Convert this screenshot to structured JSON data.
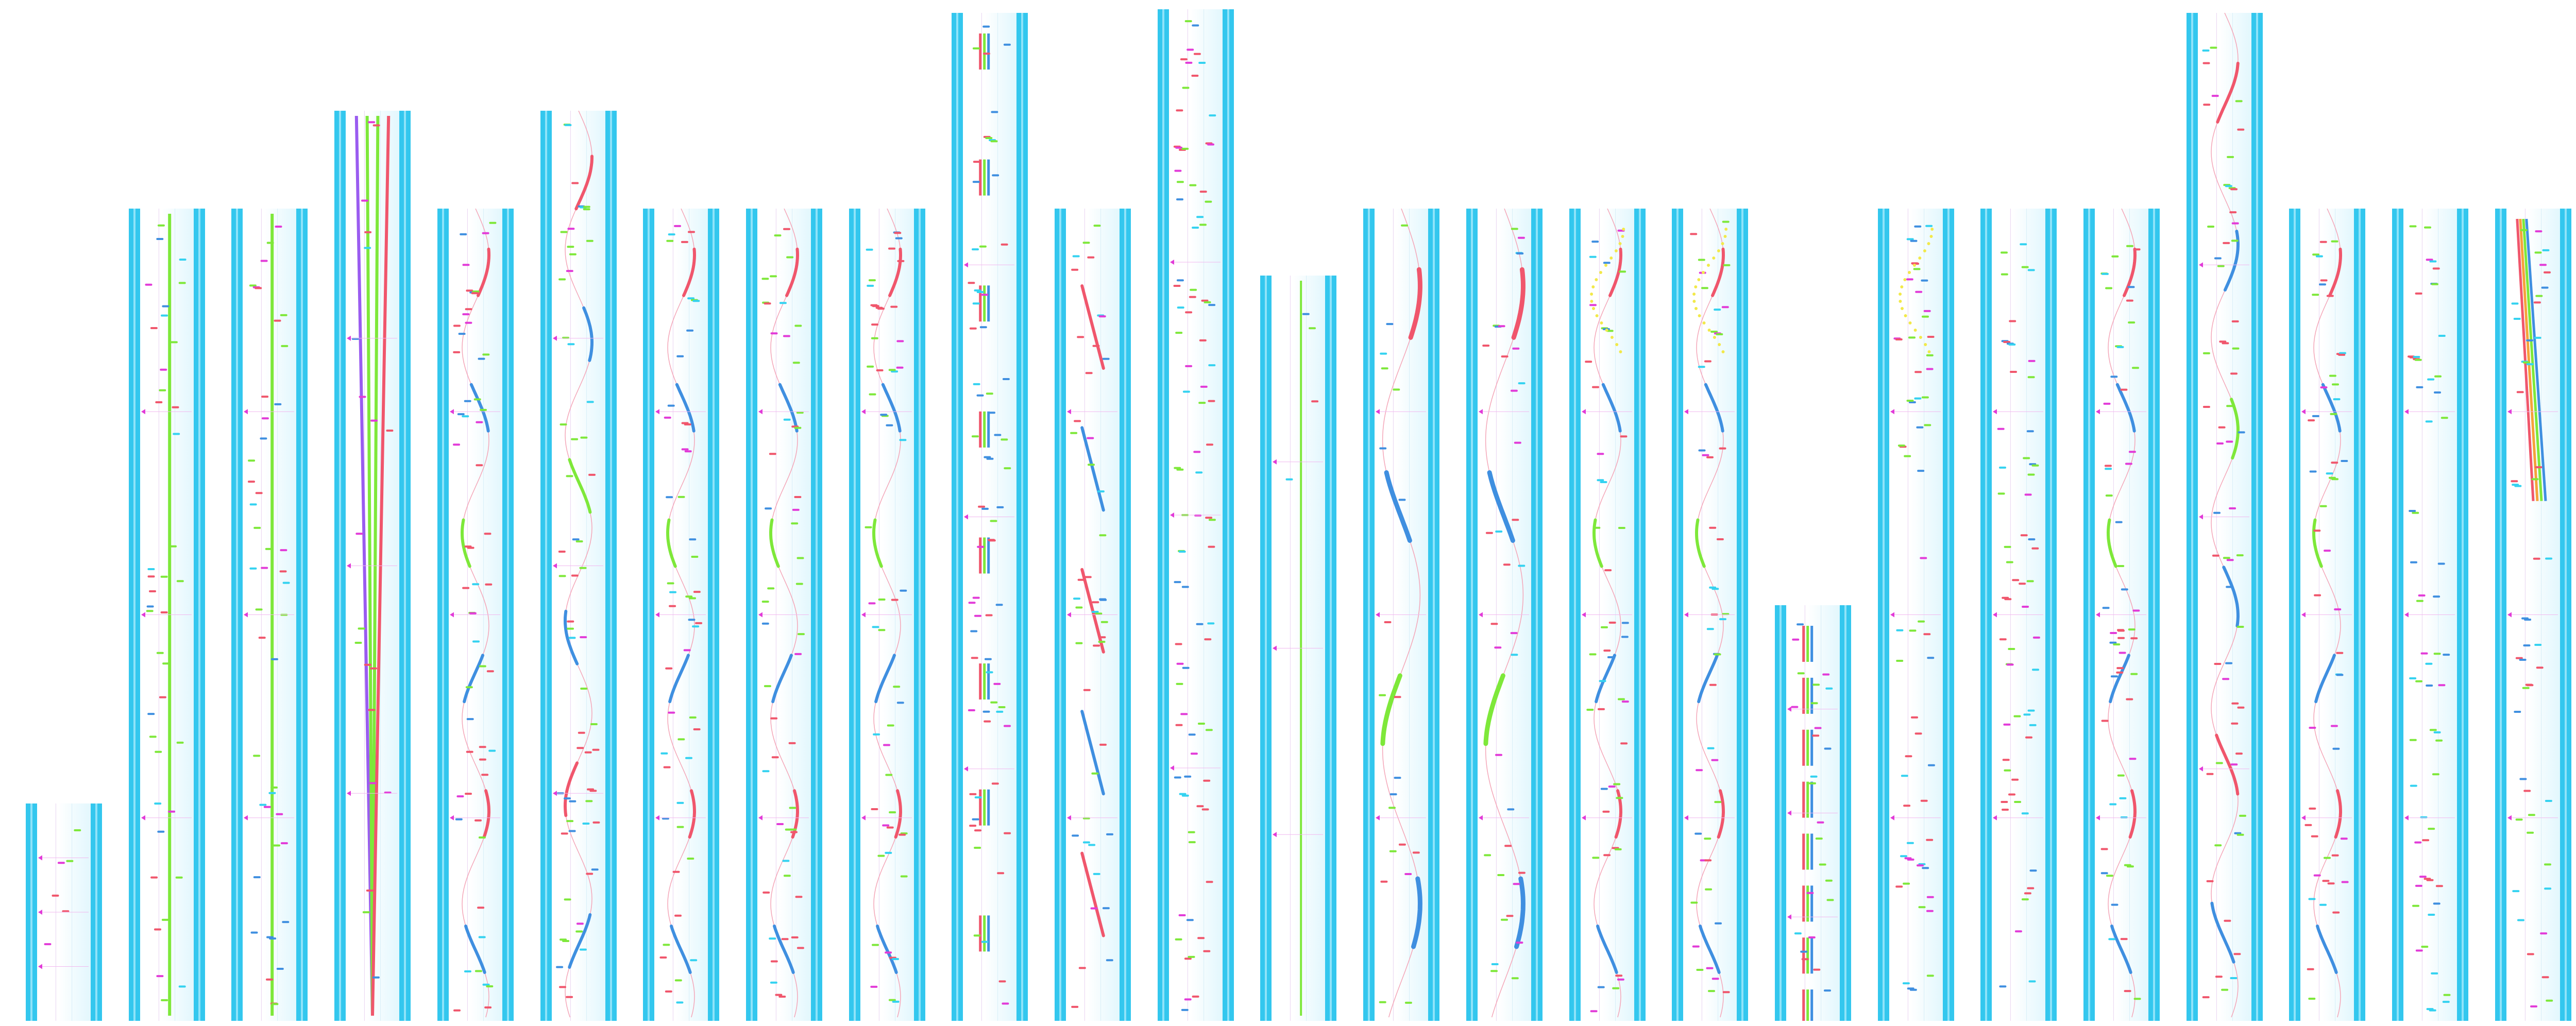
{
  "screen": {
    "kind": "rhythm-game chart overview (vertical note lanes)",
    "background": "#ffffff"
  },
  "palette": {
    "rail": "#33c7ee",
    "rail_inner": "#8fe3f9",
    "lane_tint": "#e2f7fd",
    "red": "#f0566c",
    "green": "#7ee83a",
    "blue": "#3f8fe0",
    "purple": "#9a5cf0",
    "magenta": "#e23bd8",
    "yellow": "#f2e94a",
    "orange": "#f5a23a",
    "cyan": "#34d2f0",
    "pink_line": "#f4a6b8"
  },
  "columns": [
    {
      "index": 1,
      "notes": 6,
      "style": "short"
    },
    {
      "index": 2,
      "notes": 40,
      "style": "long-hold-green"
    },
    {
      "index": 3,
      "notes": 45,
      "style": "long-hold-green"
    },
    {
      "index": 4,
      "notes": 20,
      "style": "converging-holds"
    },
    {
      "index": 5,
      "notes": 55,
      "style": "wave-pairs"
    },
    {
      "index": 6,
      "notes": 60,
      "style": "wave-pairs"
    },
    {
      "index": 7,
      "notes": 50,
      "style": "wave"
    },
    {
      "index": 8,
      "notes": 50,
      "style": "wave"
    },
    {
      "index": 9,
      "notes": 55,
      "style": "wave"
    },
    {
      "index": 10,
      "notes": 70,
      "style": "stacked-bars"
    },
    {
      "index": 11,
      "notes": 45,
      "style": "diagonal-slides"
    },
    {
      "index": 12,
      "notes": 90,
      "style": "dense"
    },
    {
      "index": 13,
      "notes": 4,
      "style": "single-hold"
    },
    {
      "index": 14,
      "notes": 20,
      "style": "big-wave"
    },
    {
      "index": 15,
      "notes": 35,
      "style": "big-wave"
    },
    {
      "index": 16,
      "notes": 45,
      "style": "swirl"
    },
    {
      "index": 17,
      "notes": 45,
      "style": "swirl"
    },
    {
      "index": 18,
      "notes": 25,
      "style": "stacked-bars"
    },
    {
      "index": 19,
      "notes": 60,
      "style": "dense"
    },
    {
      "index": 20,
      "notes": 60,
      "style": "dense"
    },
    {
      "index": 21,
      "notes": 55,
      "style": "wave"
    },
    {
      "index": 22,
      "notes": 60,
      "style": "crossing"
    },
    {
      "index": 23,
      "notes": 50,
      "style": "wave-pairs"
    },
    {
      "index": 24,
      "notes": 60,
      "style": "dense"
    },
    {
      "index": 25,
      "notes": 50,
      "style": "fan"
    }
  ]
}
